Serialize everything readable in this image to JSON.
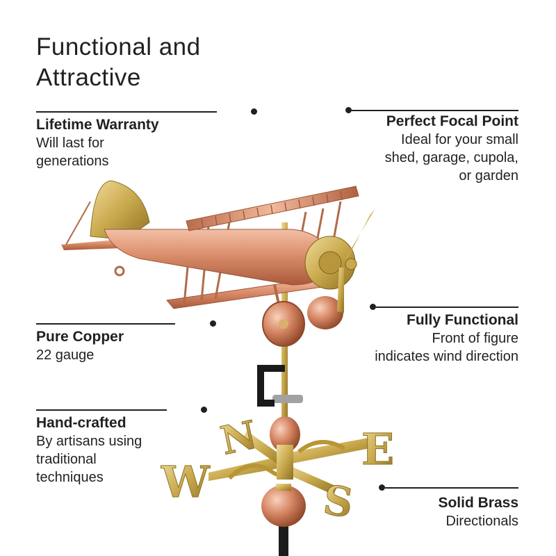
{
  "headline": {
    "line1": "Functional and",
    "line2": "Attractive"
  },
  "callouts": {
    "lifetime_warranty": {
      "title": "Lifetime Warranty",
      "lines": [
        "Will last for",
        "generations"
      ]
    },
    "perfect_focal_point": {
      "title": "Perfect Focal Point",
      "lines": [
        "Ideal for your small",
        "shed, garage, cupola,",
        "or garden"
      ]
    },
    "pure_copper": {
      "title": "Pure Copper",
      "lines": [
        "22 gauge"
      ]
    },
    "fully_functional": {
      "title": "Fully Functional",
      "lines": [
        "Front of figure",
        "indicates wind direction"
      ]
    },
    "hand_crafted": {
      "title": "Hand-crafted",
      "lines": [
        "By artisans using",
        "traditional",
        "techniques"
      ]
    },
    "solid_brass": {
      "title": "Solid Brass",
      "lines": [
        "Directionals"
      ]
    }
  },
  "directionals": {
    "n": "N",
    "s": "S",
    "e": "E",
    "w": "W"
  },
  "colors": {
    "text": "#231f20",
    "copper": "#d99270",
    "brass": "#c9a94d",
    "background": "#ffffff"
  }
}
